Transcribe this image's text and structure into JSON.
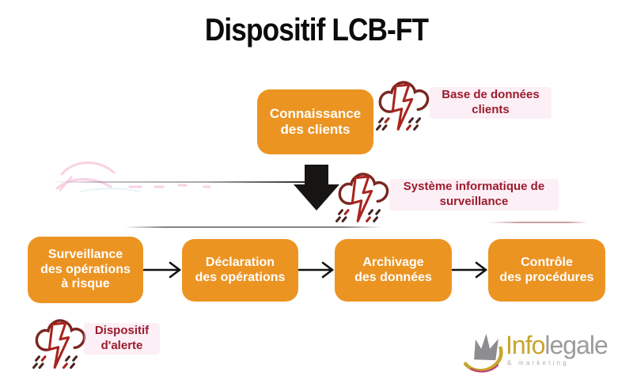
{
  "title": "Dispositif LCB-FT",
  "flow_top": {
    "knowledge_box": "Connaissance\ndes clients"
  },
  "annotations": {
    "database": "Base de données\nclients",
    "monitoring": "Système informatique de\nsurveillance",
    "alert": "Dispositif\nd'alerte"
  },
  "process": {
    "boxes": [
      "Surveillance\ndes opérations\nà risque",
      "Déclaration\ndes opérations",
      "Archivage\ndes données",
      "Contrôle\ndes procédures"
    ]
  },
  "icons": {
    "storm": "storm-cloud-lightning-icon",
    "down_arrow": "down-arrow-icon",
    "right_arrow": "right-arrow-icon"
  },
  "logo": {
    "info": "Info",
    "legale": "legale",
    "tagline": "& marketing"
  },
  "colors": {
    "box_orange": "#EC9422",
    "label_red": "#9B1C2E",
    "cloud_stroke": "#7A2621",
    "bolt_red": "#A8241E",
    "arrow_black": "#171414",
    "logo_gold": "#C8A52C",
    "logo_gray": "#9B9B9B",
    "logo_pink": "#C2407E"
  }
}
